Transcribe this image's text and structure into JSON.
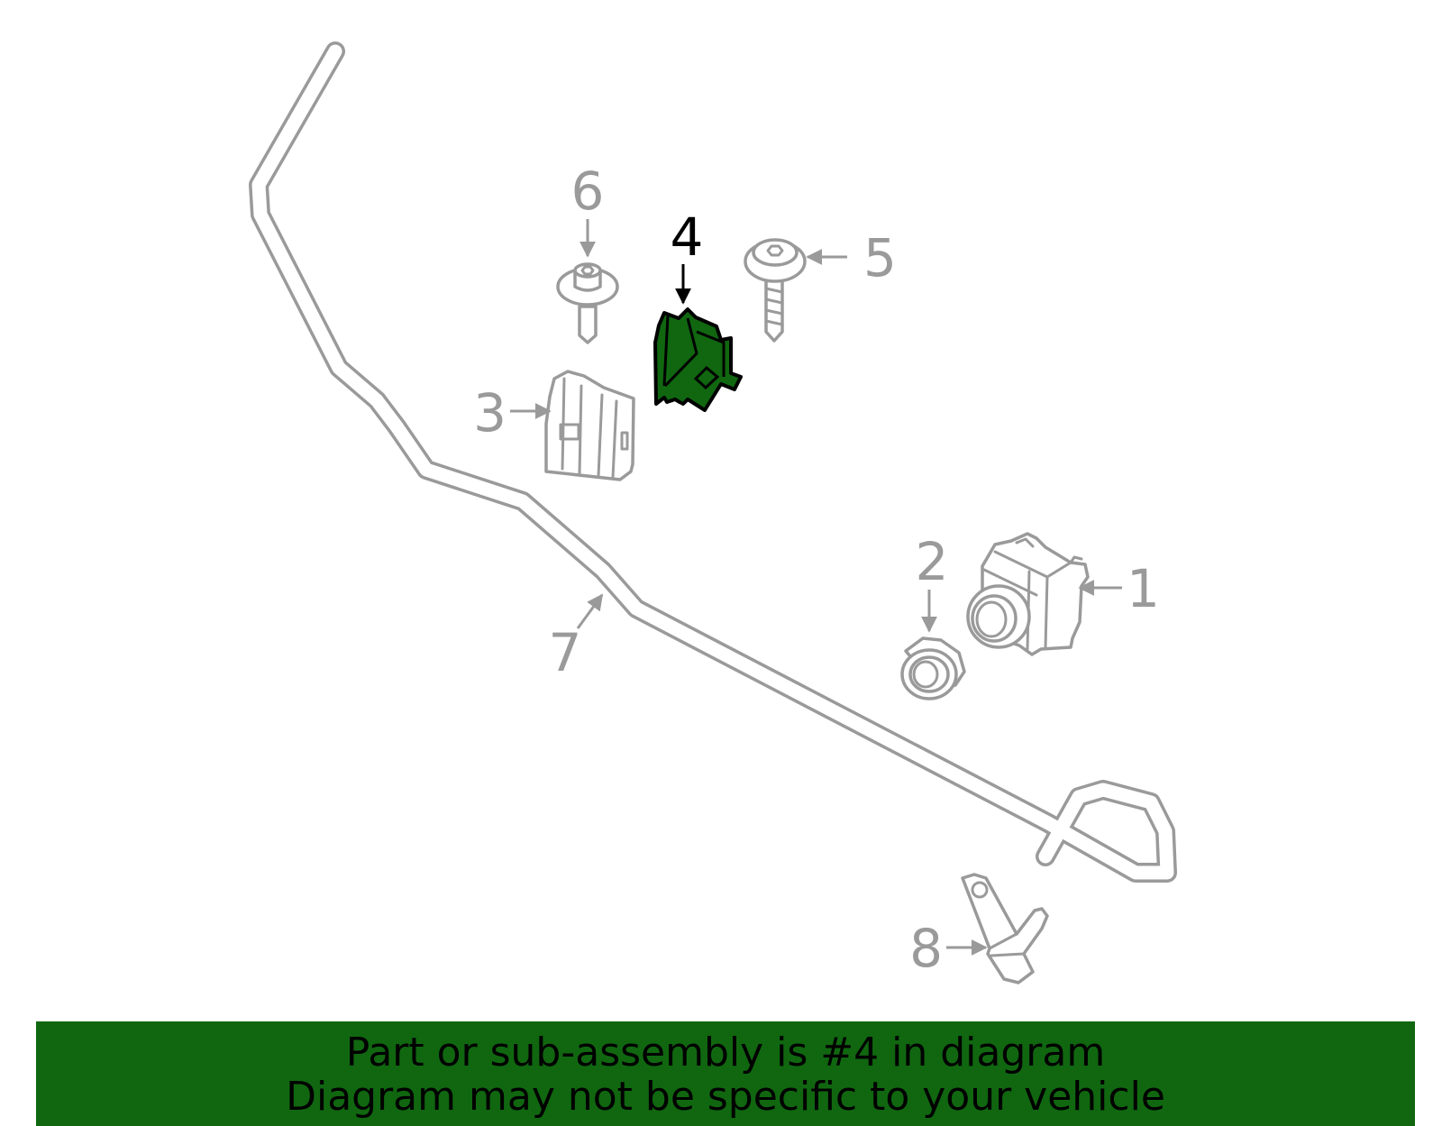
{
  "diagram": {
    "highlighted_part": "4",
    "highlight_color": "#106710",
    "line_color": "#9a9a9a",
    "callouts": [
      {
        "id": "1",
        "label": "1"
      },
      {
        "id": "2",
        "label": "2"
      },
      {
        "id": "3",
        "label": "3"
      },
      {
        "id": "4",
        "label": "4"
      },
      {
        "id": "5",
        "label": "5"
      },
      {
        "id": "6",
        "label": "6"
      },
      {
        "id": "7",
        "label": "7"
      },
      {
        "id": "8",
        "label": "8"
      }
    ]
  },
  "banner": {
    "line1": "Part or sub-assembly is #4 in diagram",
    "line2": "Diagram may not be specific to your vehicle",
    "background": "#106710"
  }
}
